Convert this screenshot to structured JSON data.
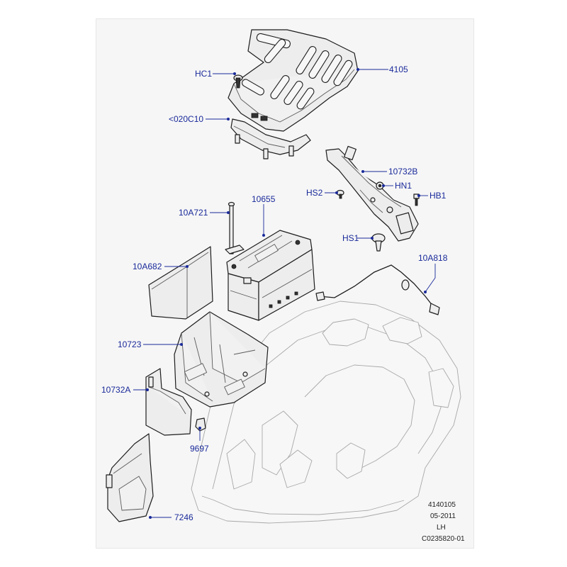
{
  "diagram": {
    "callouts": {
      "p4105": "4105",
      "hc1": "HC1",
      "p020c10": "<020C10",
      "p10732b": "10732B",
      "hn1": "HN1",
      "hs2": "HS2",
      "hb1": "HB1",
      "p10655": "10655",
      "p10a721": "10A721",
      "hs1": "HS1",
      "p10a818": "10A818",
      "p10a682": "10A682",
      "p10723": "10723",
      "p10732a": "10732A",
      "p9697": "9697",
      "p7246": "7246"
    },
    "info": {
      "ref": "4140105",
      "date": "05-2011",
      "side": "LH",
      "code": "C0235820-01"
    },
    "colors": {
      "callout_text": "#1a2a9a",
      "line_art": "#1d1d1d",
      "background": "#f6f6f6"
    }
  }
}
